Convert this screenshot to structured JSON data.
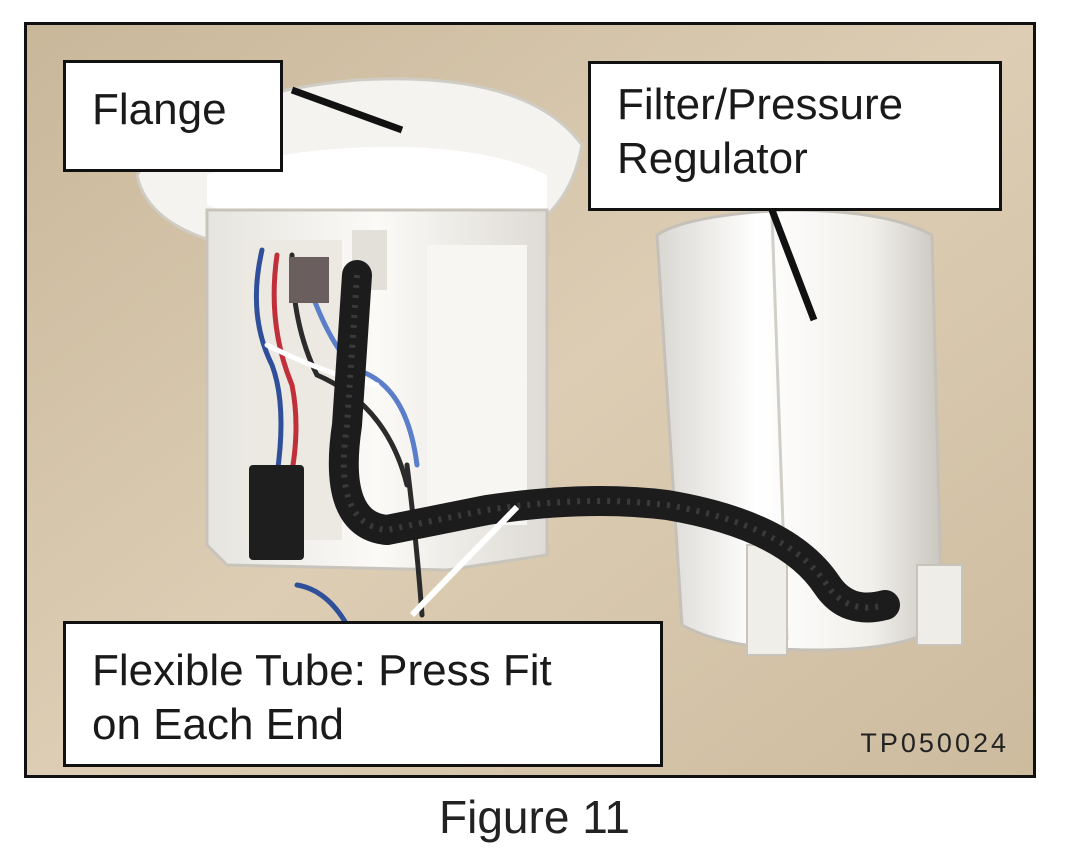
{
  "labels": {
    "flange": "Flange",
    "regulator_line1": "Filter/Pressure",
    "regulator_line2": "Regulator",
    "tube_line1": "Flexible Tube: Press Fit",
    "tube_line2": "on Each End"
  },
  "photo_code": "TP050024",
  "caption": "Figure 11",
  "colors": {
    "background": "#d7c7ad",
    "plastic": "#f3f1ec",
    "tube": "#1c1c1c",
    "callout_border": "#111111"
  }
}
